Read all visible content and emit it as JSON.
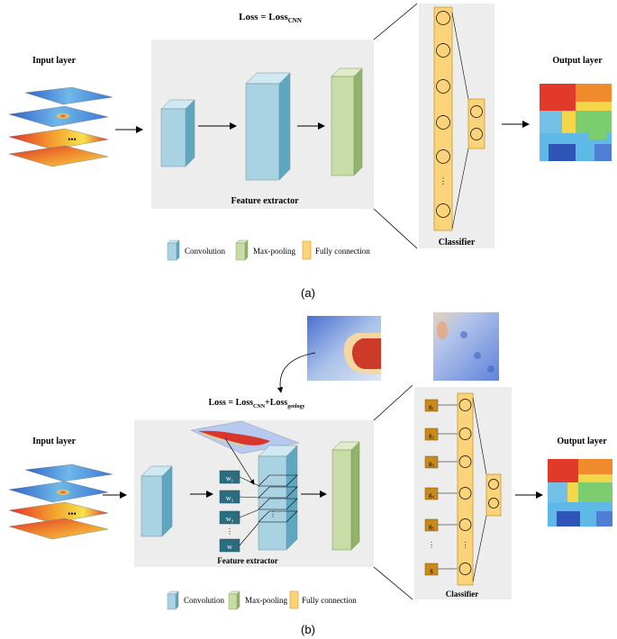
{
  "panel_a": {
    "loss_label": "Loss = Loss",
    "loss_sub": "CNN",
    "input_label": "Input layer",
    "output_label": "Output layer",
    "feature_label": "Feature extractor",
    "classifier_label": "Classifier",
    "caption": "(a)",
    "layer_dots": "•••",
    "vdots": "⋮"
  },
  "panel_b": {
    "loss_label": "Loss = Loss",
    "loss_sub1": "CNN",
    "loss_plus": "+Loss",
    "loss_sub2": "geology",
    "input_label": "Input layer",
    "output_label": "Output layer",
    "feature_label": "Feature extractor",
    "classifier_label": "Classifier",
    "caption": "(b)",
    "layer_dots": "•••",
    "vdots": "⋮",
    "weights": [
      "w₁",
      "w₂",
      "w₃",
      "w"
    ],
    "geology": [
      "g₁",
      "g₂",
      "g₃",
      "g₄",
      "g₅",
      "g"
    ]
  },
  "legend": {
    "convolution": "Convolution",
    "max_pooling": "Max-pooling",
    "fully_connection": "Fully connection"
  },
  "colors": {
    "conv_front": "#a9d3e3",
    "conv_side": "#5fa7c0",
    "conv_top": "#cfe8f1",
    "pool_front": "#c8dca7",
    "pool_side": "#93b36b",
    "pool_top": "#e1ecc9",
    "fc_fill": "#fbd37a",
    "fc_stroke": "#c99a2a",
    "panel_bg": "#ededed",
    "geo_box": "#c98a1c"
  }
}
